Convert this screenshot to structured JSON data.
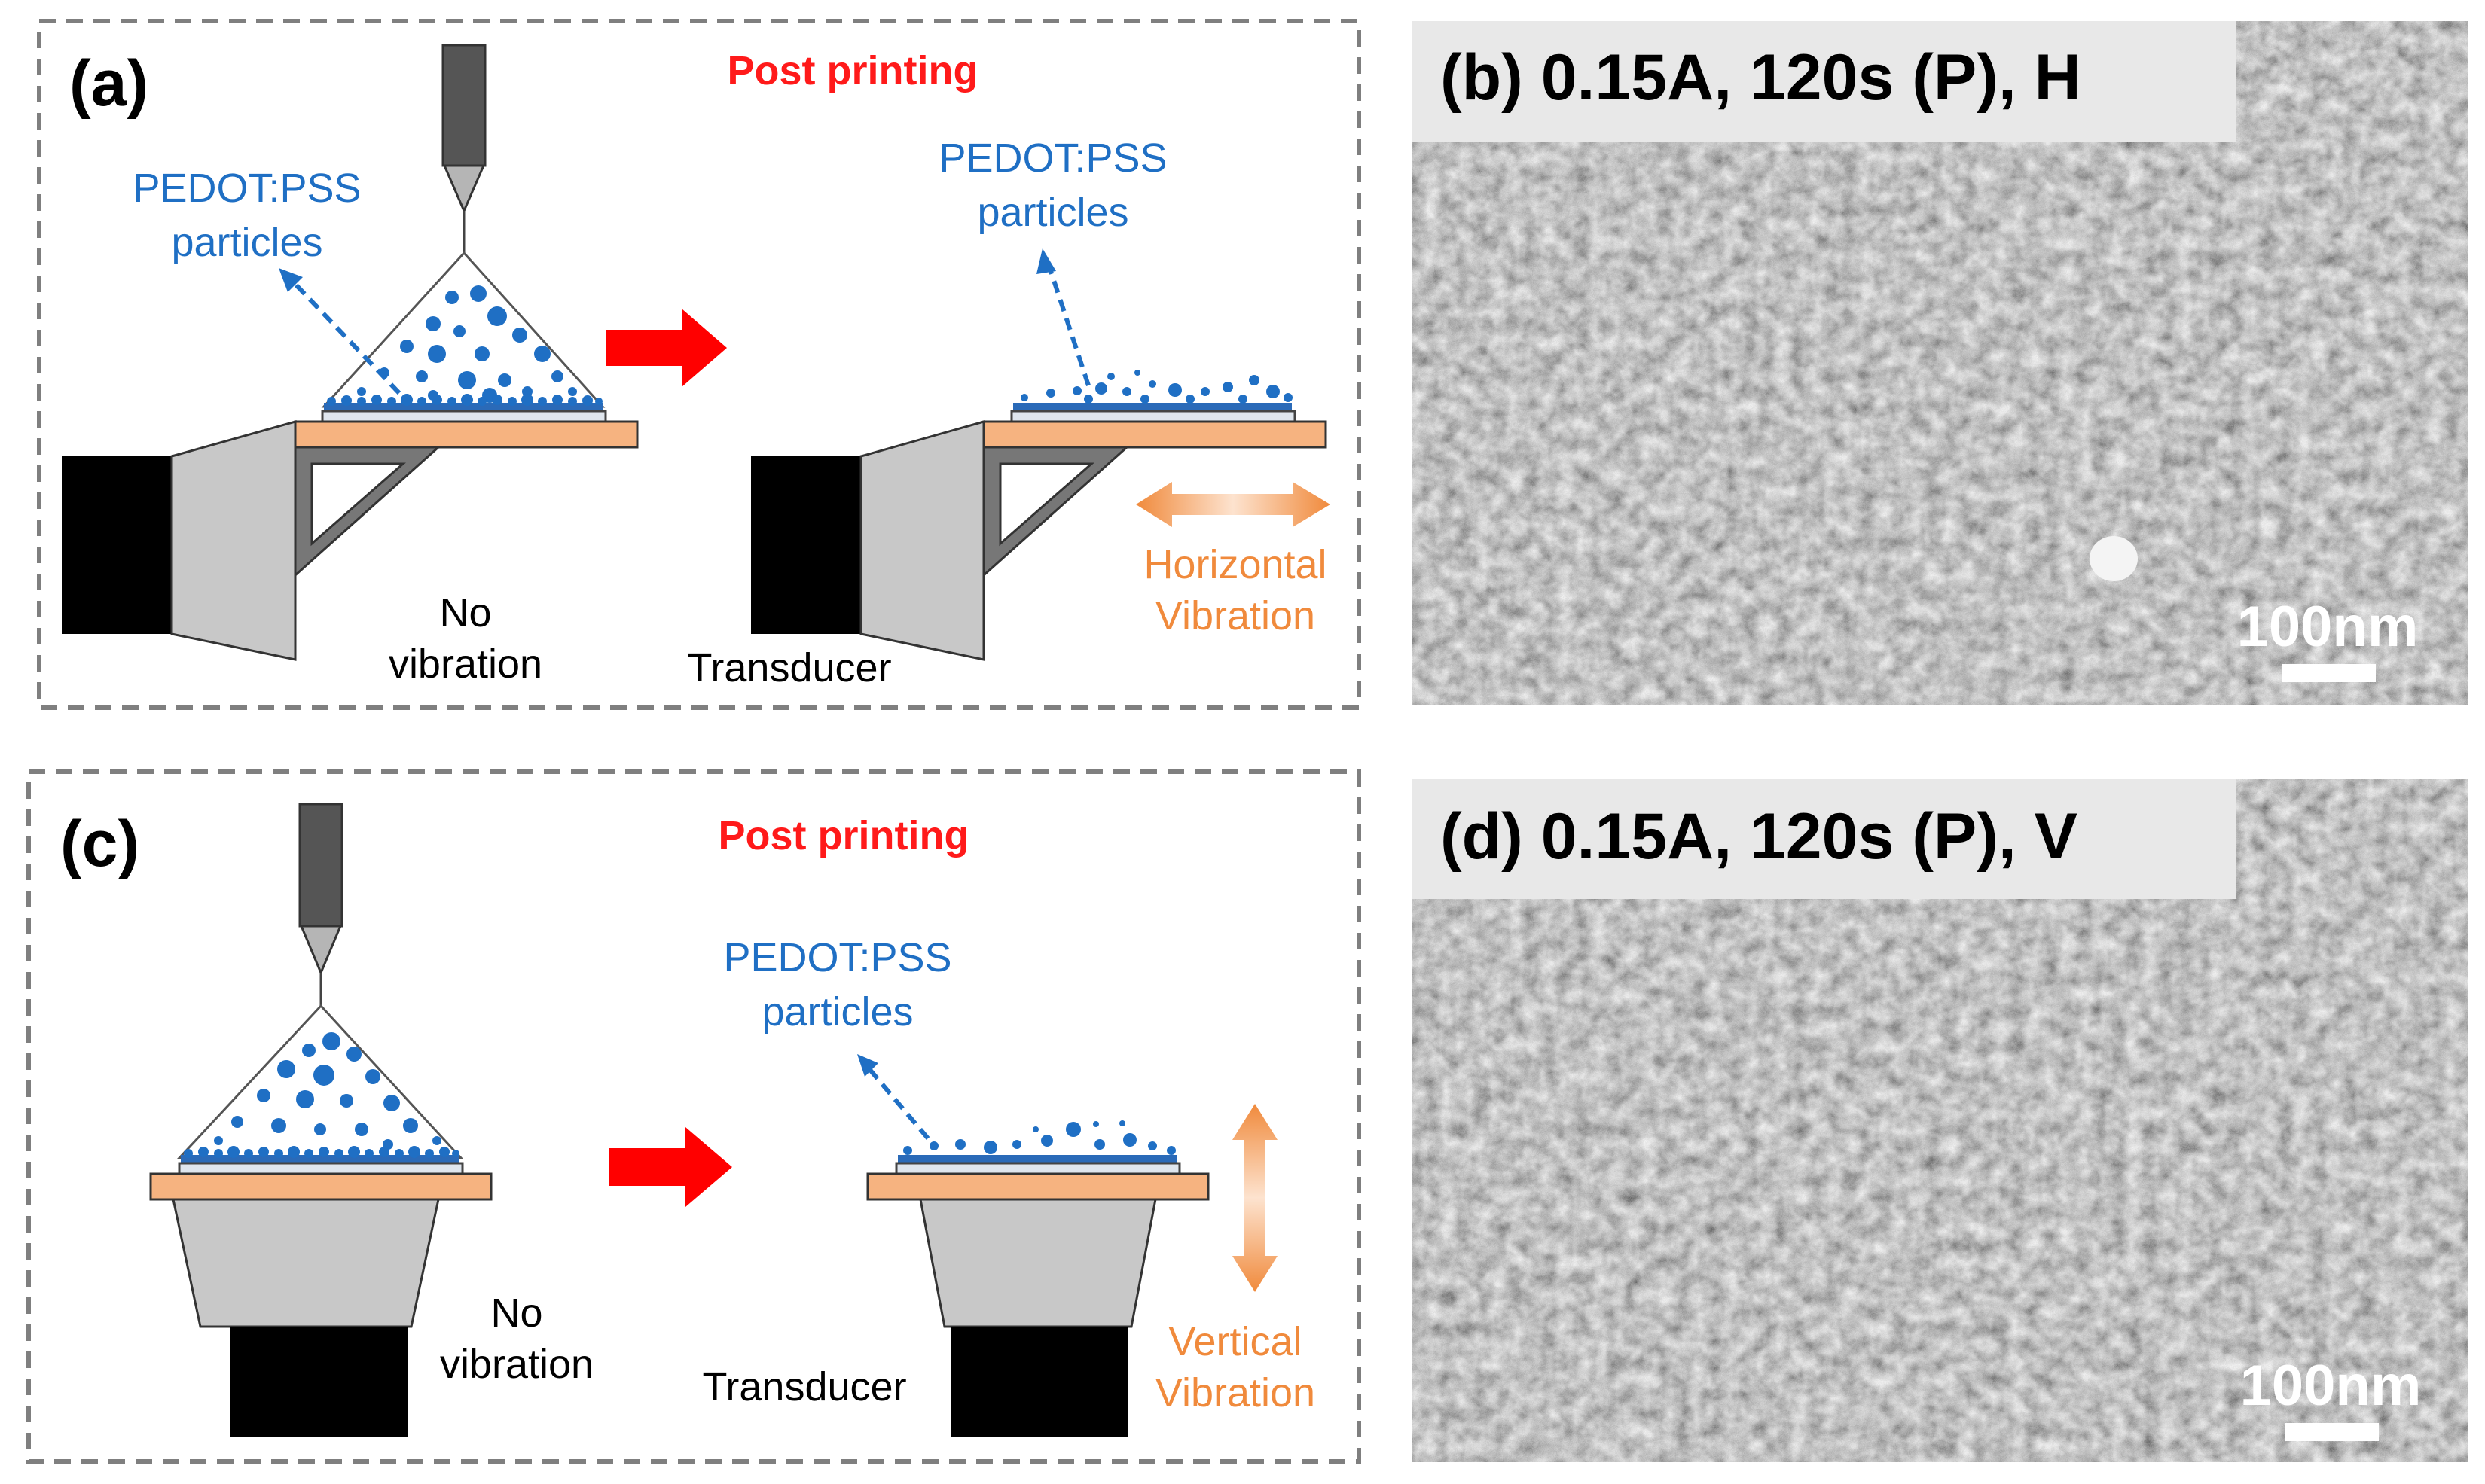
{
  "panel_a": {
    "label": "(a)",
    "title": "Post printing",
    "particles_left": [
      "PEDOT:PSS",
      "particles"
    ],
    "particles_right": [
      "PEDOT:PSS",
      "particles"
    ],
    "state_left": [
      "No",
      "vibration"
    ],
    "transducer": "Transducer",
    "vibration": [
      "Horizontal",
      "Vibration"
    ]
  },
  "panel_b": {
    "label": "(b) 0.15A, 120s (P), H",
    "scale_bar": "100nm"
  },
  "panel_c": {
    "label": "(c)",
    "title": "Post printing",
    "particles_right": [
      "PEDOT:PSS",
      "particles"
    ],
    "state_left": [
      "No",
      "vibration"
    ],
    "transducer": "Transducer",
    "vibration": [
      "Vertical",
      "Vibration"
    ]
  },
  "panel_d": {
    "label": "(d) 0.15A, 120s (P), V",
    "scale_bar": "100nm"
  },
  "colors": {
    "particle_blue": "#1f6fc4",
    "title_red": "#ff1a1a",
    "substrate_orange": "#f6b380",
    "vibration_orange": "#f08a3c",
    "transducer_gray": "#c8c8c8",
    "transducer_black": "#000000"
  }
}
